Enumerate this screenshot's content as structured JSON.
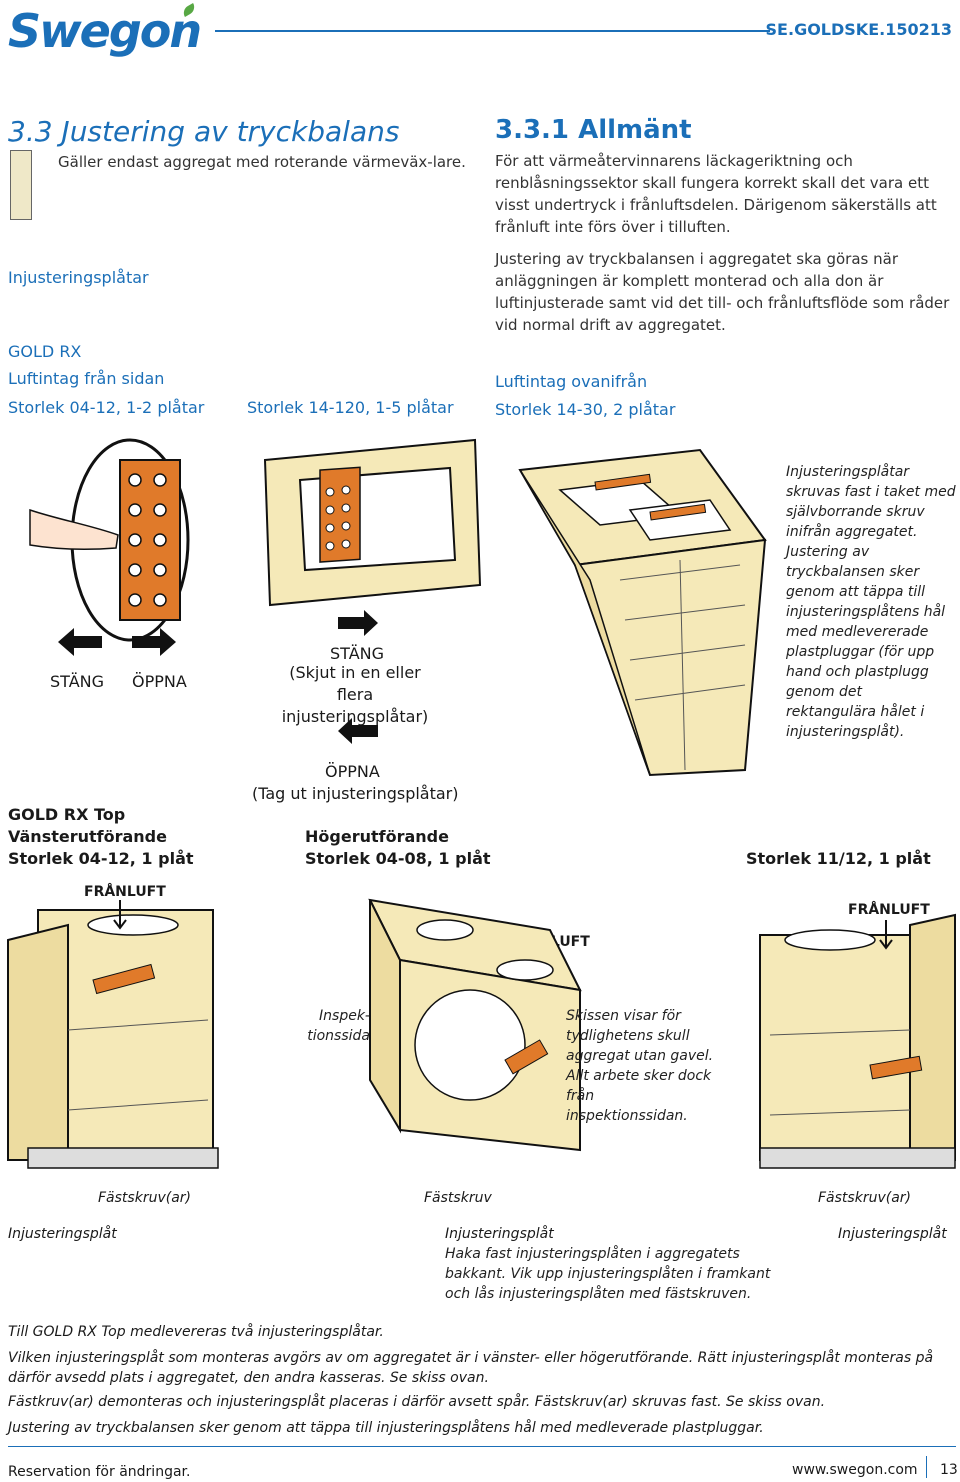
{
  "header": {
    "logo": "Swegon",
    "doc_code": "SE.GOLDSKE.150213"
  },
  "section": {
    "title": "3.3 Justering av tryckbalans",
    "note": "Gäller endast aggregat med roterande värmeväx-lare.",
    "subtitle": "Injusteringsplåtar",
    "gold_rx_label": "GOLD RX",
    "side_intake_label": "Luftintag från sidan",
    "size_a_label": "Storlek 04-12, 1-2 plåtar",
    "size_b_label": "Storlek 14-120, 1-5 plåtar"
  },
  "general": {
    "title": "3.3.1 Allmänt",
    "para1": "För att värmeåtervinnarens läckageriktning och renblåsningssektor skall fungera korrekt skall det vara ett visst undertryck i frånluftsdelen. Därigenom säkerställs att frånluft inte förs över i tilluften.",
    "para2": "Justering av tryckbalansen i aggregatet ska göras när anläggningen är komplett monterad och alla don är luftinjusterade samt vid det till- och frånluftsflöde som råder vid normal drift av aggregatet.",
    "top_intake_label": "Luftintag ovanifrån",
    "top_size_label": "Storlek 14-30, 2 plåtar"
  },
  "figure1": {
    "close_label": "STÄNG",
    "open_label": "ÖPPNA"
  },
  "figure2": {
    "close_label": "STÄNG",
    "close_desc": "(Skjut in en eller flera injusteringsplåtar)",
    "open_label": "ÖPPNA",
    "open_desc": "(Tag ut injusteringsplåtar)"
  },
  "figure3": {
    "note": "Injusteringsplåtar skruvas fast i taket med självborrande skruv inifrån aggregatet. Justering av tryckbalansen sker genom att täppa till injusteringsplåtens hål med medlevererade plastpluggar (för upp hand och plastplugg genom det rektangulära hålet i injusteringsplåt)."
  },
  "top_units": {
    "gold_rx_top": "GOLD RX Top",
    "left_version": "Vänsterutförande",
    "left_size": "Storlek 04-12, 1 plåt",
    "right_version": "Högerutförande",
    "right_size": "Storlek 04-08, 1 plåt",
    "right_size2": "Storlek 11/12, 1 plåt",
    "exhaust_label_1": "FRÅNLUFT",
    "exhaust_label_2": "FRÅNLUFT",
    "exhaust_label_3": "FRÅNLUFT",
    "inspection_side": "Inspek-tionssida",
    "sketch_note": "Skissen visar för tydlighetens skull aggregat utan gavel. Allt arbete sker dock från inspektionssidan.",
    "screw_left": "Fästskruv(ar)",
    "screw_mid": "Fästskruv",
    "screw_right": "Fästskruv(ar)",
    "plate_left": "Injusteringsplåt",
    "plate_mid": "Injusteringsplåt",
    "plate_right": "Injusteringsplåt",
    "mid_instr": "Haka fast injusteringsplåten i aggregatets bakkant. Vik upp injusteringsplåten i framkant och lås injusteringsplåten med fästskruven."
  },
  "footer_notes": {
    "line1": "Till GOLD RX Top medlevereras två injusteringsplåtar.",
    "line2": "Vilken injusteringsplåt som monteras avgörs av om aggregatet är i vänster- eller högerutförande. Rätt injusteringsplåt monteras på därför avsedd plats i aggregatet, den andra kasseras. Se skiss ovan.",
    "line3": "Fästkruv(ar) demonteras och injusteringsplåt placeras i därför avsett spår. Fästskruv(ar) skruvas fast. Se skiss ovan.",
    "line4": "Justering av tryckbalansen sker genom att täppa till injusteringsplåtens hål med medleverade plastpluggar."
  },
  "footer": {
    "reservation": "Reservation för ändringar.",
    "website": "www.swegon.com",
    "page": "13"
  },
  "colors": {
    "brand_blue": "#1b6fb8",
    "cabinet": "#f5e9b8",
    "plate_orange": "#e07a2a"
  }
}
